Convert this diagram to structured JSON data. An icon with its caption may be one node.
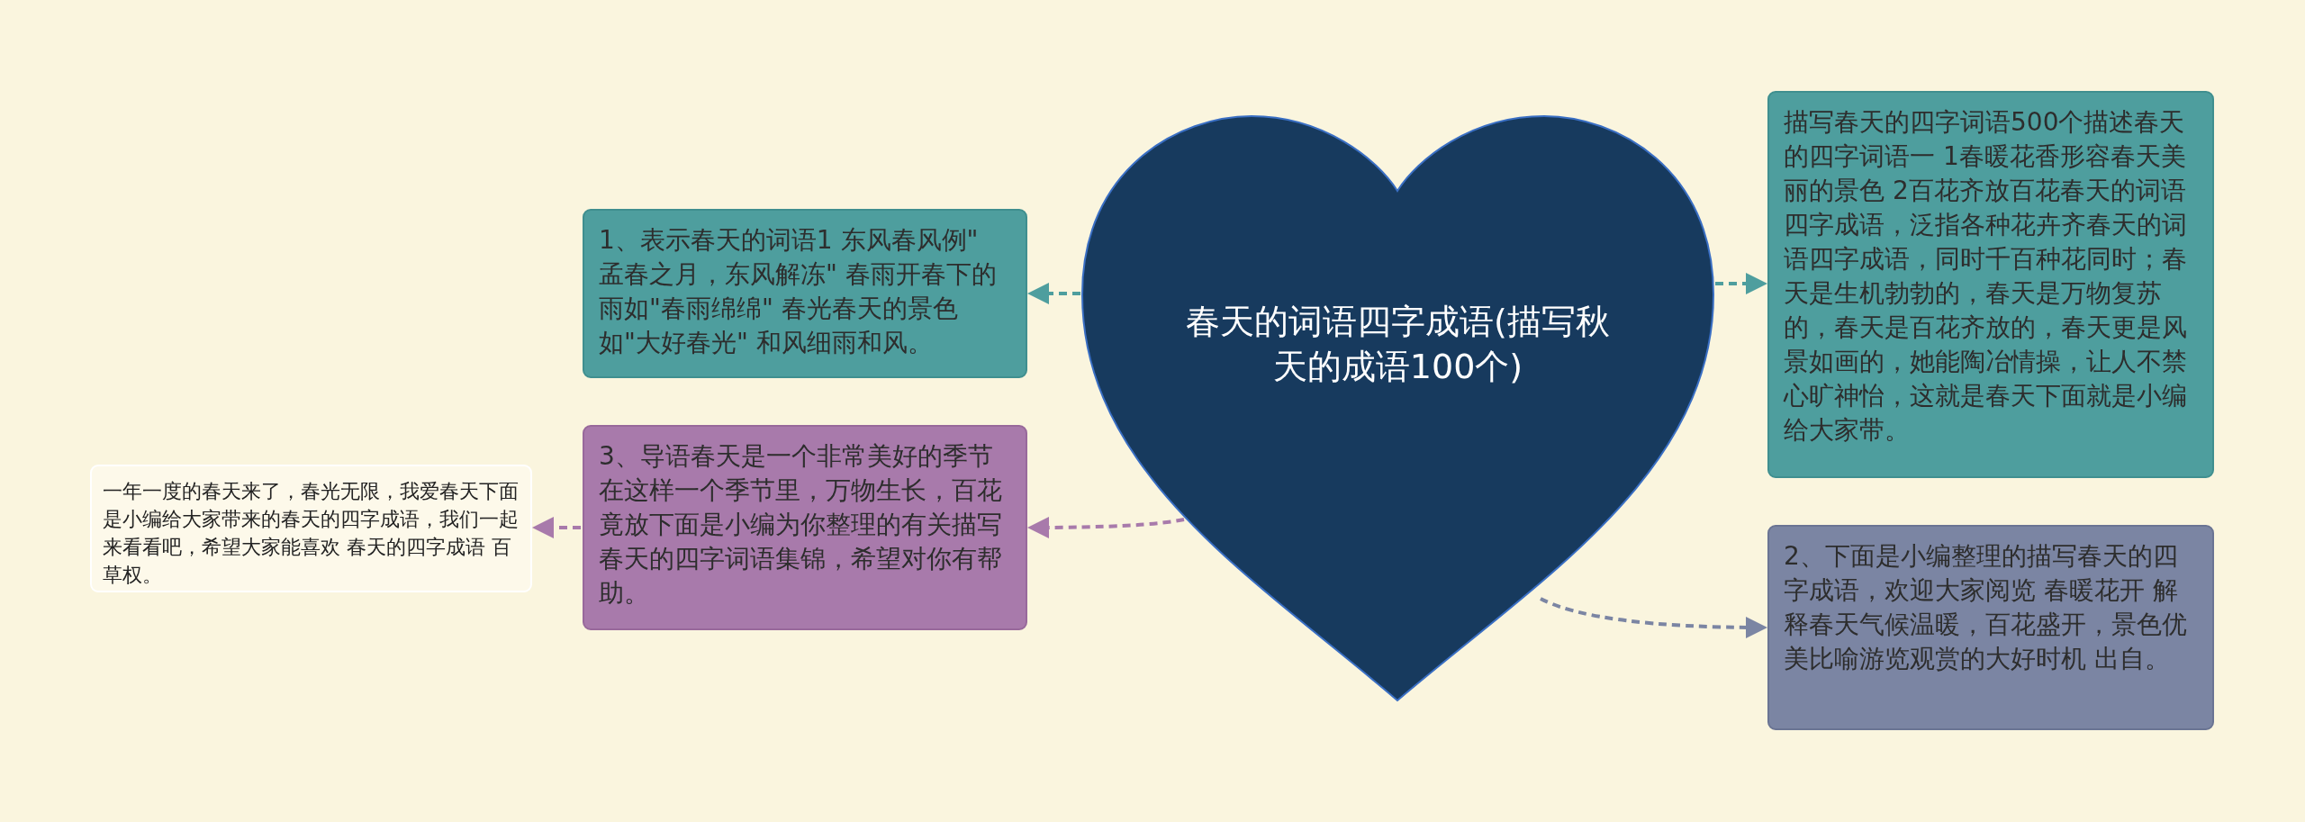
{
  "diagram": {
    "nodes": [
      {
        "text": [
          "春天的词语四字成语(描写秋天的成语100个)"
        ]
      },
      {
        "text": [
          "1、表示春天的词语1 东风春风例\" 孟春之月，东风解冻\" 春雨开春下的雨如\"春雨绵绵\" 春光春天的景色如\"大好春光\" 和风细雨和风。"
        ]
      },
      {
        "text": [
          "描写春天的四字词语500个描述春天的四字词语一 1春暖花香形容春天美丽的景色 2百花齐放百花春天的词语四字成语，泛指各种花卉齐春天的词语四字成语，同时千百种花同时；春天是生机勃勃的，春天是万物复苏的，春天是百花齐放的，春天更是风景如画的，她能陶冶情操，让人不禁心旷神怡，这就是春天下面就是小编给大家带。"
        ]
      },
      {
        "text": [
          "3、导语春天是一个非常美好的季节在这样一个季节里，万物生长，百花竟放下面是小编为你整理的有关描写春天的四字词语集锦，希望对你有帮助。"
        ]
      },
      {
        "text": [
          "一年一度的春天来了，春光无限，我爱春天下面是小编给大家带来的春天的四字成语，我们一起来看看吧，希望大家能喜欢 春天的四字成语 百草权。"
        ]
      },
      {
        "text": [
          "2、下面是小编整理的描写春天的四字成语，欢迎大家阅览 春暖花开 解释春天气候温暖，百花盛开，景色优美比喻游览观赏的大好时机 出自。"
        ]
      }
    ],
    "edges": [
      {
        "from": 0,
        "to": 1,
        "arrow": "to",
        "style": "dashed",
        "color": "#4e9e9e"
      },
      {
        "from": 0,
        "to": 2,
        "arrow": "to",
        "style": "dashed",
        "color": "#4e9e9e"
      },
      {
        "from": 0,
        "to": 3,
        "arrow": "to",
        "style": "dashed",
        "color": "#a87aab"
      },
      {
        "from": 3,
        "to": 4,
        "arrow": "to",
        "style": "dashed",
        "color": "#a87aab"
      },
      {
        "from": 0,
        "to": 5,
        "arrow": "to",
        "style": "dashed",
        "color": "#7b85a3"
      }
    ]
  }
}
